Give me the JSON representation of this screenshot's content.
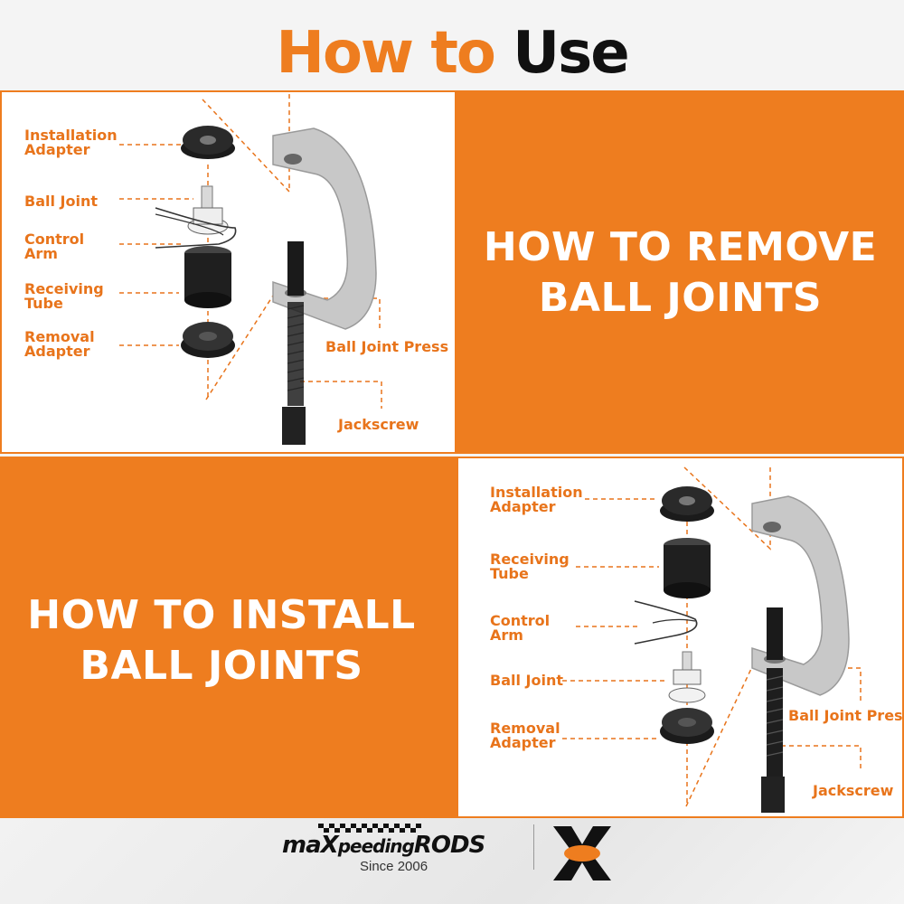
{
  "title": {
    "word1": "How to",
    "word2": "Use"
  },
  "remove_section": {
    "heading_line1": "HOW TO REMOVE",
    "heading_line2": "BALL JOINTS",
    "labels": {
      "installation_adapter": [
        "Installation",
        "Adapter"
      ],
      "ball_joint": "Ball Joint",
      "control_arm": [
        "Control",
        "Arm"
      ],
      "receiving_tube": [
        "Receiving",
        "Tube"
      ],
      "removal_adapter": [
        "Removal",
        "Adapter"
      ],
      "ball_joint_press": "Ball Joint Press",
      "jackscrew": "Jackscrew"
    }
  },
  "install_section": {
    "heading_line1": "HOW TO INSTALL",
    "heading_line2": "BALL JOINTS",
    "labels": {
      "installation_adapter": [
        "Installation",
        "Adapter"
      ],
      "receiving_tube": [
        "Receiving",
        "Tube"
      ],
      "control_arm": [
        "Control",
        "Arm"
      ],
      "ball_joint": "Ball Joint",
      "removal_adapter": [
        "Removal",
        "Adapter"
      ],
      "ball_joint_press": "Ball Joint Press",
      "jackscrew": "Jackscrew"
    }
  },
  "footer": {
    "brand_prefix": "maX",
    "brand_mid": "peeding",
    "brand_suffix": "RODS",
    "since": "Since 2006",
    "logo_mark": "X"
  },
  "colors": {
    "accent": "#ee7d1f",
    "dark": "#111111",
    "white": "#ffffff"
  }
}
